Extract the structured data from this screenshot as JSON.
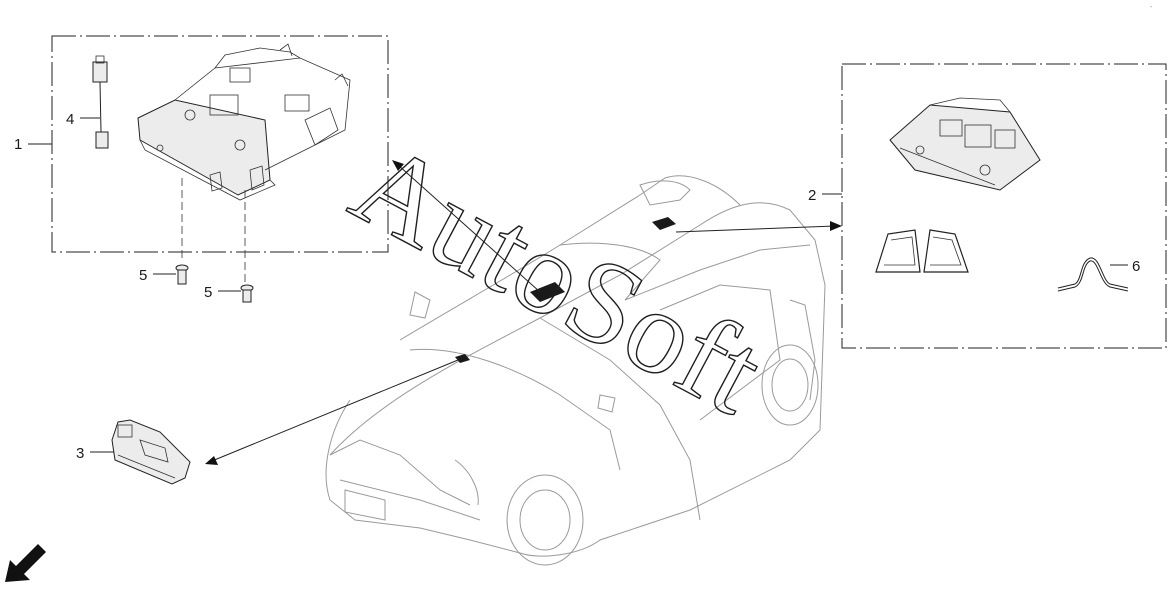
{
  "diagram": {
    "watermark_text": "AutoSoft",
    "corner_mark": "-",
    "callouts": [
      {
        "id": "c1",
        "label": "1"
      },
      {
        "id": "c2",
        "label": "2"
      },
      {
        "id": "c3",
        "label": "3"
      },
      {
        "id": "c4",
        "label": "4"
      },
      {
        "id": "c5a",
        "label": "5"
      },
      {
        "id": "c5b",
        "label": "5"
      },
      {
        "id": "c6",
        "label": "6"
      }
    ],
    "colors": {
      "line": "#222222",
      "car_outline": "#9a9a9a",
      "part_fill": "#ececec",
      "background": "#ffffff"
    }
  }
}
